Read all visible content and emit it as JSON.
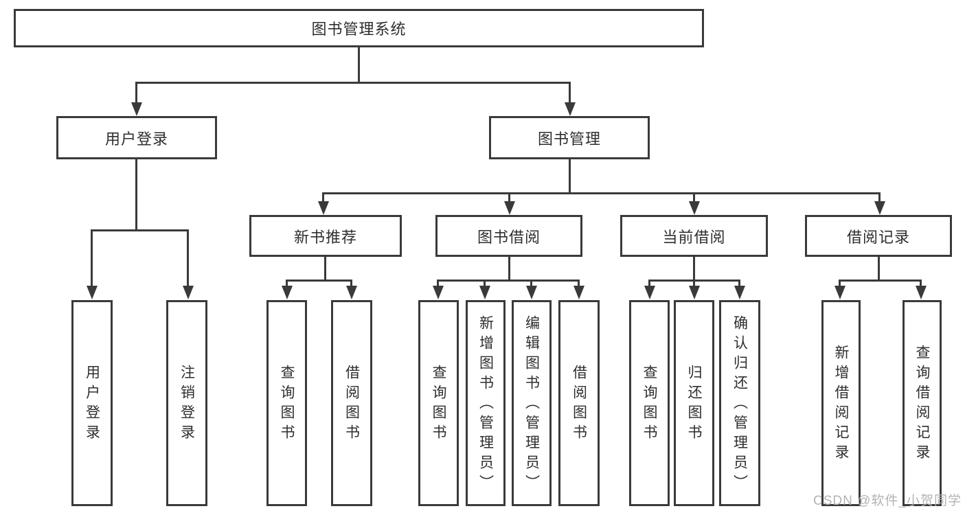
{
  "diagram": {
    "type": "tree",
    "root": {
      "label": "图书管理系统",
      "children": [
        {
          "label": "用户登录",
          "children": [
            {
              "label": "用户登录"
            },
            {
              "label": "注销登录"
            }
          ]
        },
        {
          "label": "图书管理",
          "children": [
            {
              "label": "新书推荐",
              "children": [
                {
                  "label": "查询图书"
                },
                {
                  "label": "借阅图书"
                }
              ]
            },
            {
              "label": "图书借阅",
              "children": [
                {
                  "label": "查询图书"
                },
                {
                  "label": "新增图书（管理员）"
                },
                {
                  "label": "编辑图书（管理员）"
                },
                {
                  "label": "借阅图书"
                }
              ]
            },
            {
              "label": "当前借阅",
              "children": [
                {
                  "label": "查询图书"
                },
                {
                  "label": "归还图书"
                },
                {
                  "label": "确认归还（管理员）"
                }
              ]
            },
            {
              "label": "借阅记录",
              "children": [
                {
                  "label": "新增借阅记录"
                },
                {
                  "label": "查询借阅记录"
                }
              ]
            }
          ]
        }
      ]
    },
    "colors": {
      "line": "#3a3a3a",
      "text": "#2e2e2e",
      "background": "#ffffff",
      "watermark_text_color": "#b3b3b3"
    }
  },
  "watermark": {
    "text": "CSDN @软件_小贺同学"
  }
}
